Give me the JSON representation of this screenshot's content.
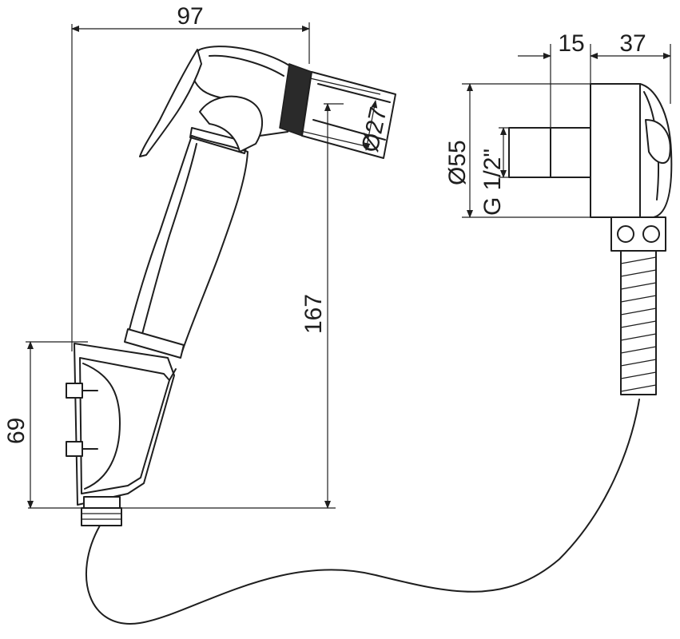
{
  "dimensions": {
    "overall_width": "97",
    "nozzle_diameter": "Ø27",
    "overall_height": "167",
    "holder_height": "69",
    "bracket_depth": "15",
    "head_depth": "37",
    "flange_diameter": "Ø55",
    "thread_size": "G 1/2\""
  },
  "colors": {
    "line": "#1e1e1e",
    "background": "#ffffff"
  }
}
